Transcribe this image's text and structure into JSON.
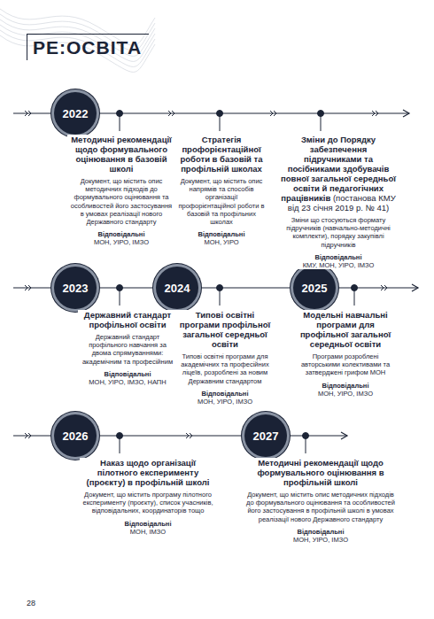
{
  "diagram": {
    "title": "РЕ:ОСВІТА",
    "nodes": [
      {
        "text": [
          "2022"
        ]
      },
      {
        "text": [
          "2023"
        ]
      },
      {
        "text": [
          "2024"
        ]
      },
      {
        "text": [
          "2025"
        ]
      },
      {
        "text": [
          "2026"
        ]
      },
      {
        "text": [
          "2027"
        ]
      }
    ],
    "edges": [
      {
        "from": 1,
        "to": 2,
        "arrow": "none"
      },
      {
        "from": 2,
        "to": 3,
        "arrow": "none"
      },
      {
        "from": 4,
        "to": 5,
        "arrow": "none"
      }
    ],
    "labels": [
      "Методичні рекомендації щодо формувального оцінювання в базовій школі",
      "Документ, що містить опис методичних підходів до формувального оцінювання та особливостей його застосування в умовах реалізації нового Державного стандарту",
      "Відповідальні",
      "МОН, УІРО, ІМЗО",
      "Стратегія профорієнтаційної роботи в базовій та профільній школах",
      "Документ, що містить опис напрямів та способів організації профорієнтаційної роботи в базовій та профільних школах",
      "Відповідальні",
      "МОН, УІРО",
      "Зміни до Порядку забезпечення підручниками та посібниками здобувачів повної загальної середньої освіти й педагогічних працівників",
      "(постанова КМУ від 23 січня 2019 р. № 41)",
      "Зміни що стосуються формату підручників (навчально-методичні комплекти), порядку закупівлі підручників",
      "Відповідальні",
      "КМУ, МОН, УІРО, ІМЗО",
      "Державний стандарт профільної освіти",
      "Державний стандарт профільного навчання за двома спрямуваннями: академічним та професійним",
      "Відповідальні",
      "МОН, УІРО, ІМЗО, НАПН",
      "Типові освітні програми профільної загальної середньої освіти",
      "Типові освітні програми для академічних та професійних ліцеїв, розроблені за новим Державним стандартом",
      "Відповідальні",
      "МОН, УІРО, ІМЗО",
      "Модельні навчальні програми для профільної загальної середньої освіти",
      "Програми розроблені авторськими колективами та затверджені грифом МОН",
      "Відповідальні",
      "МОН, УІРО, ІМЗО",
      "Наказ щодо організації пілотного експерименту (проєкту) в профільній школі",
      "Документ, що містить програму пілотного експерименту (проєкту), список учасників, відповідальних, координаторів тощо",
      "Відповідальні",
      "МОН, ІМЗО",
      "Методичні рекомендації щодо формувального оцінювання в профільній школі",
      "Документ, що містить опис методичних підходів до формувального оцінювання та особливостей його застосування в профільній школі в умовах реалізації нового Державного стандарту",
      "Відповідальні",
      "МОН, УІРО, ІМЗО",
      "28"
    ]
  }
}
